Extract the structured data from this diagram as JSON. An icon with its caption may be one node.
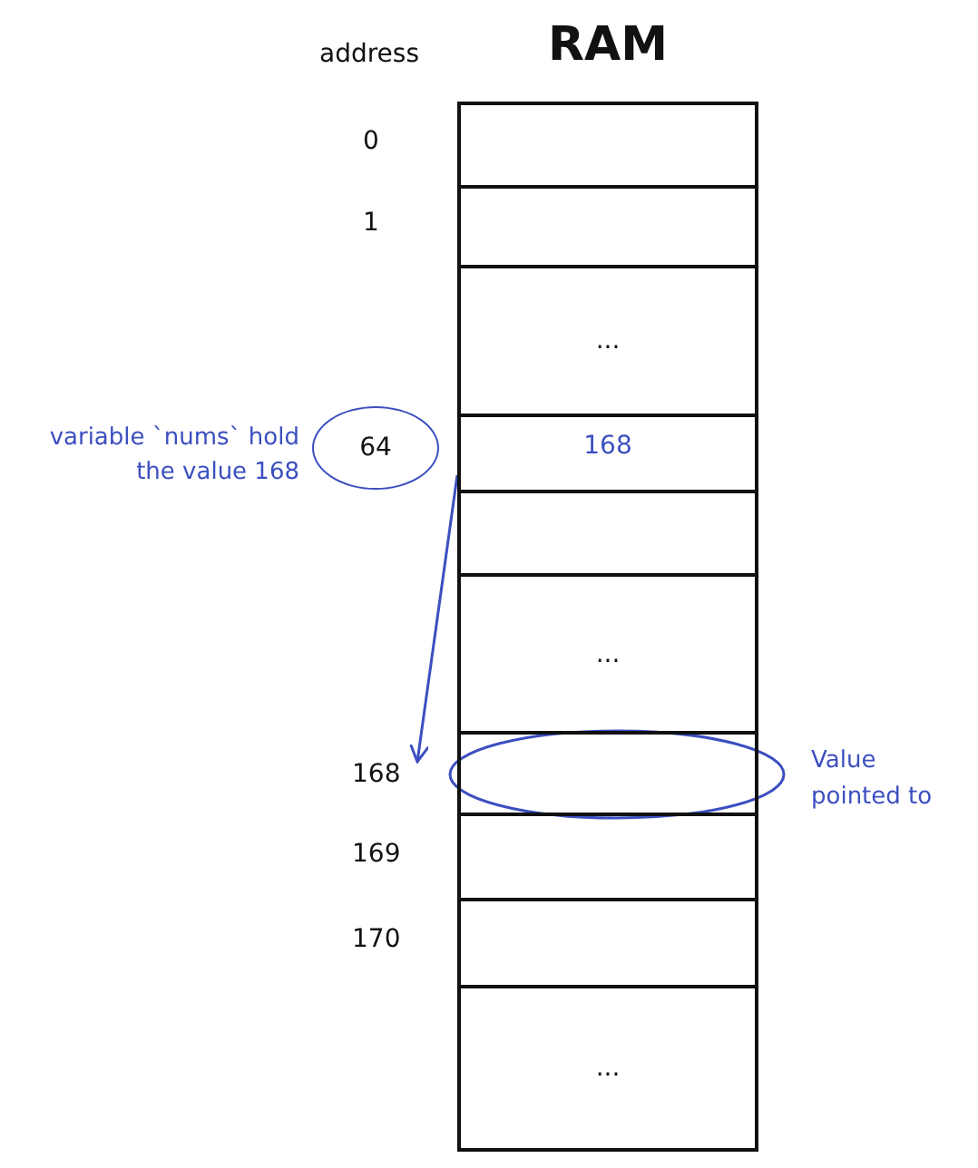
{
  "diagram": {
    "nodes": [
      {
        "text": [
          "RAM"
        ]
      },
      {
        "text": [],
        "shape": "box",
        "in": 0
      },
      {
        "text": [],
        "shape": "box",
        "in": 0
      },
      {
        "text": [
          "..."
        ],
        "in": 0
      },
      {
        "text": [
          "168"
        ],
        "in": 0
      },
      {
        "text": [],
        "shape": "box",
        "in": 0
      },
      {
        "text": [
          "..."
        ],
        "in": 0
      },
      {
        "text": [],
        "shape": "box",
        "in": 0
      },
      {
        "text": [],
        "shape": "box",
        "in": 0
      },
      {
        "text": [],
        "shape": "box",
        "in": 0
      },
      {
        "text": [
          "..."
        ],
        "in": 0
      },
      {
        "text": [
          "64"
        ],
        "beside": [
          "variable `nums` hold the value 168"
        ]
      },
      {
        "text": [
          "168"
        ]
      }
    ],
    "edges": [
      {
        "from": 4,
        "to": 12,
        "arrow": "to",
        "color": "#3c4fc0"
      }
    ],
    "labels": [
      "address",
      "0",
      "1",
      "169",
      "170",
      "Value pointed to"
    ]
  }
}
